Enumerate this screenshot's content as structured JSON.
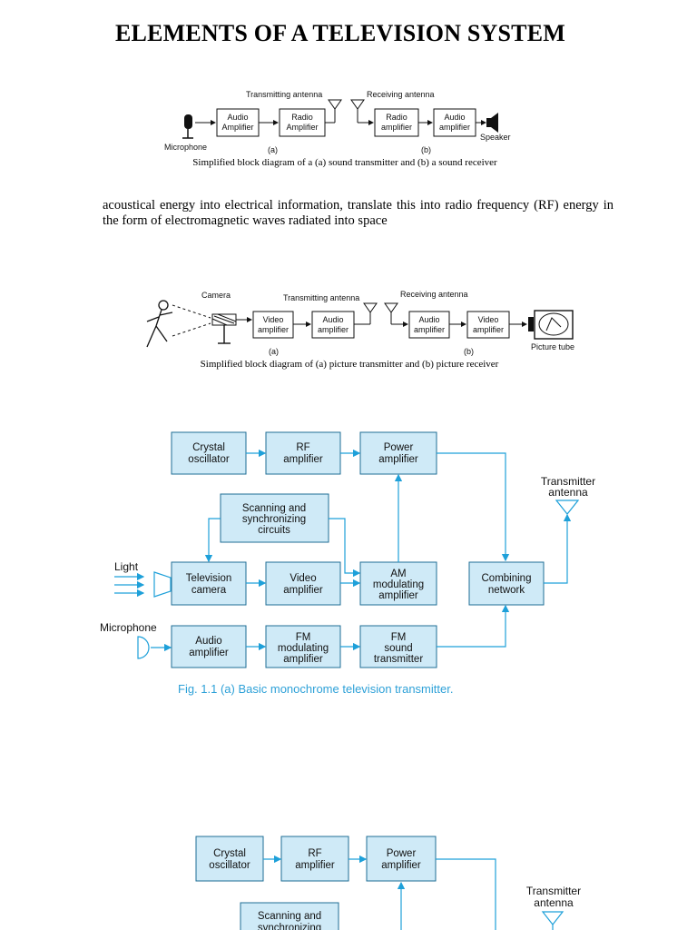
{
  "page": {
    "title": "ELEMENTS OF A TELEVISION SYSTEM",
    "paragraph": "acoustical energy into electrical information, translate this into radio frequency (RF) energy in the form of electromagnetic waves radiated into space"
  },
  "diagram1": {
    "caption": "Simplified block diagram of a (a) sound transmitter and (b) a sound receiver",
    "tx_antenna_label": "Transmitting antenna",
    "rx_antenna_label": "Receiving antenna",
    "microphone_label": "Microphone",
    "speaker_label": "Speaker",
    "part_a": "(a)",
    "part_b": "(b)",
    "boxes": {
      "audio_amp": [
        "Audio",
        "Amplifier"
      ],
      "radio_amp": [
        "Radio",
        "Amplifier"
      ],
      "radio_amp_rx": [
        "Radio",
        "amplifier"
      ],
      "audio_amp_rx": [
        "Audio",
        "amplifier"
      ]
    }
  },
  "diagram2": {
    "caption": "Simplified block diagram of (a) picture transmitter and (b) picture receiver",
    "camera_label": "Camera",
    "tx_antenna_label": "Transmitting antenna",
    "rx_antenna_label": "Receiving antenna",
    "picture_tube_label": "Picture tube",
    "part_a": "(a)",
    "part_b": "(b)",
    "boxes": {
      "video_amp": [
        "Video",
        "amplifier"
      ],
      "audio_amp": [
        "Audio",
        "amplifier"
      ],
      "audio_amp_rx": [
        "Audio",
        "amplifier"
      ],
      "video_amp_rx": [
        "Video",
        "amplifier"
      ]
    }
  },
  "diagram3": {
    "caption": "Fig. 1.1 (a) Basic monochrome television transmitter.",
    "labels": {
      "light": "Light",
      "microphone": "Microphone",
      "transmitter_antenna": [
        "Transmitter",
        "antenna"
      ]
    },
    "boxes": {
      "crystal_osc": [
        "Crystal",
        "oscillator"
      ],
      "rf_amp": [
        "RF",
        "amplifier"
      ],
      "power_amp": [
        "Power",
        "amplifier"
      ],
      "scanning": [
        "Scanning and",
        "synchronizing",
        "circuits"
      ],
      "tv_camera": [
        "Television",
        "camera"
      ],
      "video_amp": [
        "Video",
        "amplifier"
      ],
      "am_mod": [
        "AM",
        "modulating",
        "amplifier"
      ],
      "combining": [
        "Combining",
        "network"
      ],
      "audio_amp": [
        "Audio",
        "amplifier"
      ],
      "fm_mod": [
        "FM",
        "modulating",
        "amplifier"
      ],
      "fm_sound": [
        "FM",
        "sound",
        "transmitter"
      ]
    }
  },
  "diagram4": {
    "labels": {
      "transmitter_antenna": [
        "Transmitter",
        "antenna"
      ]
    },
    "boxes": {
      "crystal_osc": [
        "Crystal",
        "oscillator"
      ],
      "rf_amp": [
        "RF",
        "amplifier"
      ],
      "power_amp": [
        "Power",
        "amplifier"
      ],
      "scanning": [
        "Scanning and",
        "synchronizing"
      ]
    }
  }
}
